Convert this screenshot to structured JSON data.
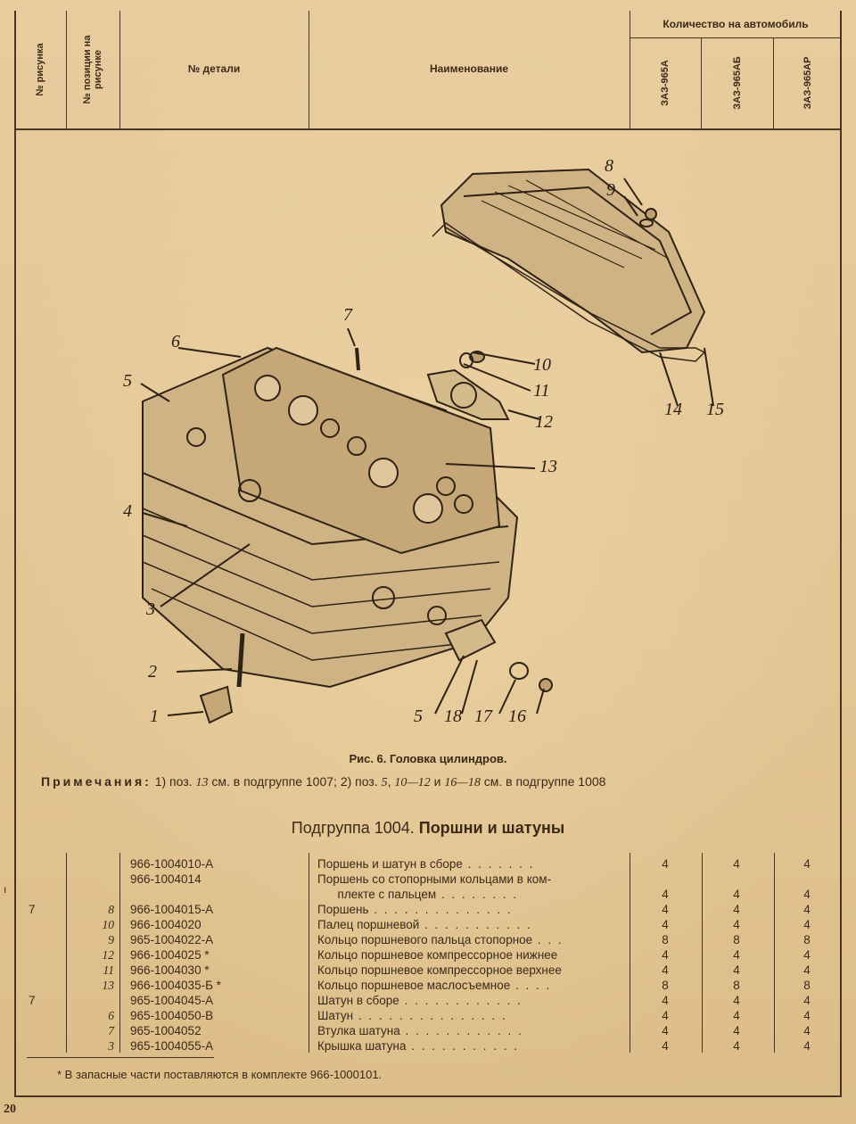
{
  "header": {
    "col_fig": "№ рисунка",
    "col_pos": "№ позиции на рисунке",
    "col_part": "№ детали",
    "col_name": "Наименование",
    "qty_title": "Количество на автомобиль",
    "models": [
      "ЗАЗ-965А",
      "ЗАЗ-965АБ",
      "ЗАЗ-965АР"
    ]
  },
  "figure": {
    "caption": "Рис. 6. Головка цилиндров.",
    "callouts": [
      "1",
      "2",
      "3",
      "4",
      "5",
      "6",
      "7",
      "8",
      "9",
      "10",
      "11",
      "12",
      "13",
      "14",
      "15",
      "5",
      "18",
      "17",
      "16"
    ]
  },
  "notes": {
    "lead": "Примечания:",
    "p1": " 1) поз. ",
    "i1": "13",
    "p2": " см. в подгруппе 1007; 2) поз. ",
    "i2": "5",
    "p3": ", ",
    "i3": "10—12",
    "p4": " и ",
    "i4": "16—18",
    "p5": " см. в подгруппе 1008"
  },
  "subgroup": {
    "prefix": "Подгруппа 1004. ",
    "title": "Поршни и шатуны"
  },
  "rows": [
    {
      "fig": "",
      "pos": "",
      "part": "966-1004010-А",
      "name": "Поршень и шатун в сборе",
      "dots": " . . . . . . .",
      "q": [
        "4",
        "4",
        "4"
      ]
    },
    {
      "fig": "",
      "pos": "",
      "part": "966-1004014",
      "name": "Поршень со стопорными кольцами в ком-",
      "dots": "",
      "q": [
        "",
        "",
        ""
      ]
    },
    {
      "fig": "",
      "pos": "",
      "part": "",
      "name": "      плекте с пальцем",
      "dots": " . . . . . . . .",
      "q": [
        "4",
        "4",
        "4"
      ]
    },
    {
      "fig": "7",
      "pos": "8",
      "part": "966-1004015-А",
      "name": "Поршень",
      "dots": " . . . . . . . . . . . . . .",
      "q": [
        "4",
        "4",
        "4"
      ]
    },
    {
      "fig": "",
      "pos": "10",
      "part": "966-1004020",
      "name": "Палец поршневой",
      "dots": " . . . . . . . . . . .",
      "q": [
        "4",
        "4",
        "4"
      ]
    },
    {
      "fig": "",
      "pos": "9",
      "part": "965-1004022-А",
      "name": "Кольцо поршневого пальца стопорное",
      "dots": " . . .",
      "q": [
        "8",
        "8",
        "8"
      ]
    },
    {
      "fig": "",
      "pos": "12",
      "part": "966-1004025 *",
      "name": "Кольцо поршневое компрессорное нижнее",
      "dots": "",
      "q": [
        "4",
        "4",
        "4"
      ]
    },
    {
      "fig": "",
      "pos": "11",
      "part": "966-1004030 *",
      "name": "Кольцо поршневое компрессорное верхнее",
      "dots": "",
      "q": [
        "4",
        "4",
        "4"
      ]
    },
    {
      "fig": "",
      "pos": "13",
      "part": "966-1004035-Б *",
      "name": "Кольцо поршневое маслосъемное",
      "dots": " . . . .",
      "q": [
        "8",
        "8",
        "8"
      ]
    },
    {
      "fig": "7",
      "pos": "",
      "part": "965-1004045-А",
      "name": "Шатун в сборе",
      "dots": " . . . . . . . . . . . .",
      "q": [
        "4",
        "4",
        "4"
      ]
    },
    {
      "fig": "",
      "pos": "6",
      "part": "965-1004050-В",
      "name": "Шатун",
      "dots": " . . . . . . . . . . . . . . .",
      "q": [
        "4",
        "4",
        "4"
      ]
    },
    {
      "fig": "",
      "pos": "7",
      "part": "965-1004052",
      "name": "Втулка шатуна",
      "dots": " . . . . . . . . . . . .",
      "q": [
        "4",
        "4",
        "4"
      ]
    },
    {
      "fig": "",
      "pos": "3",
      "part": "965-1004055-А",
      "name": "Крышка шатуна",
      "dots": " . . . . . . . . . . .",
      "q": [
        "4",
        "4",
        "4"
      ]
    }
  ],
  "footnote": "* В запасные части поставляются в комплекте 966-1000101.",
  "page_number": "20",
  "margin_mark": "ı"
}
